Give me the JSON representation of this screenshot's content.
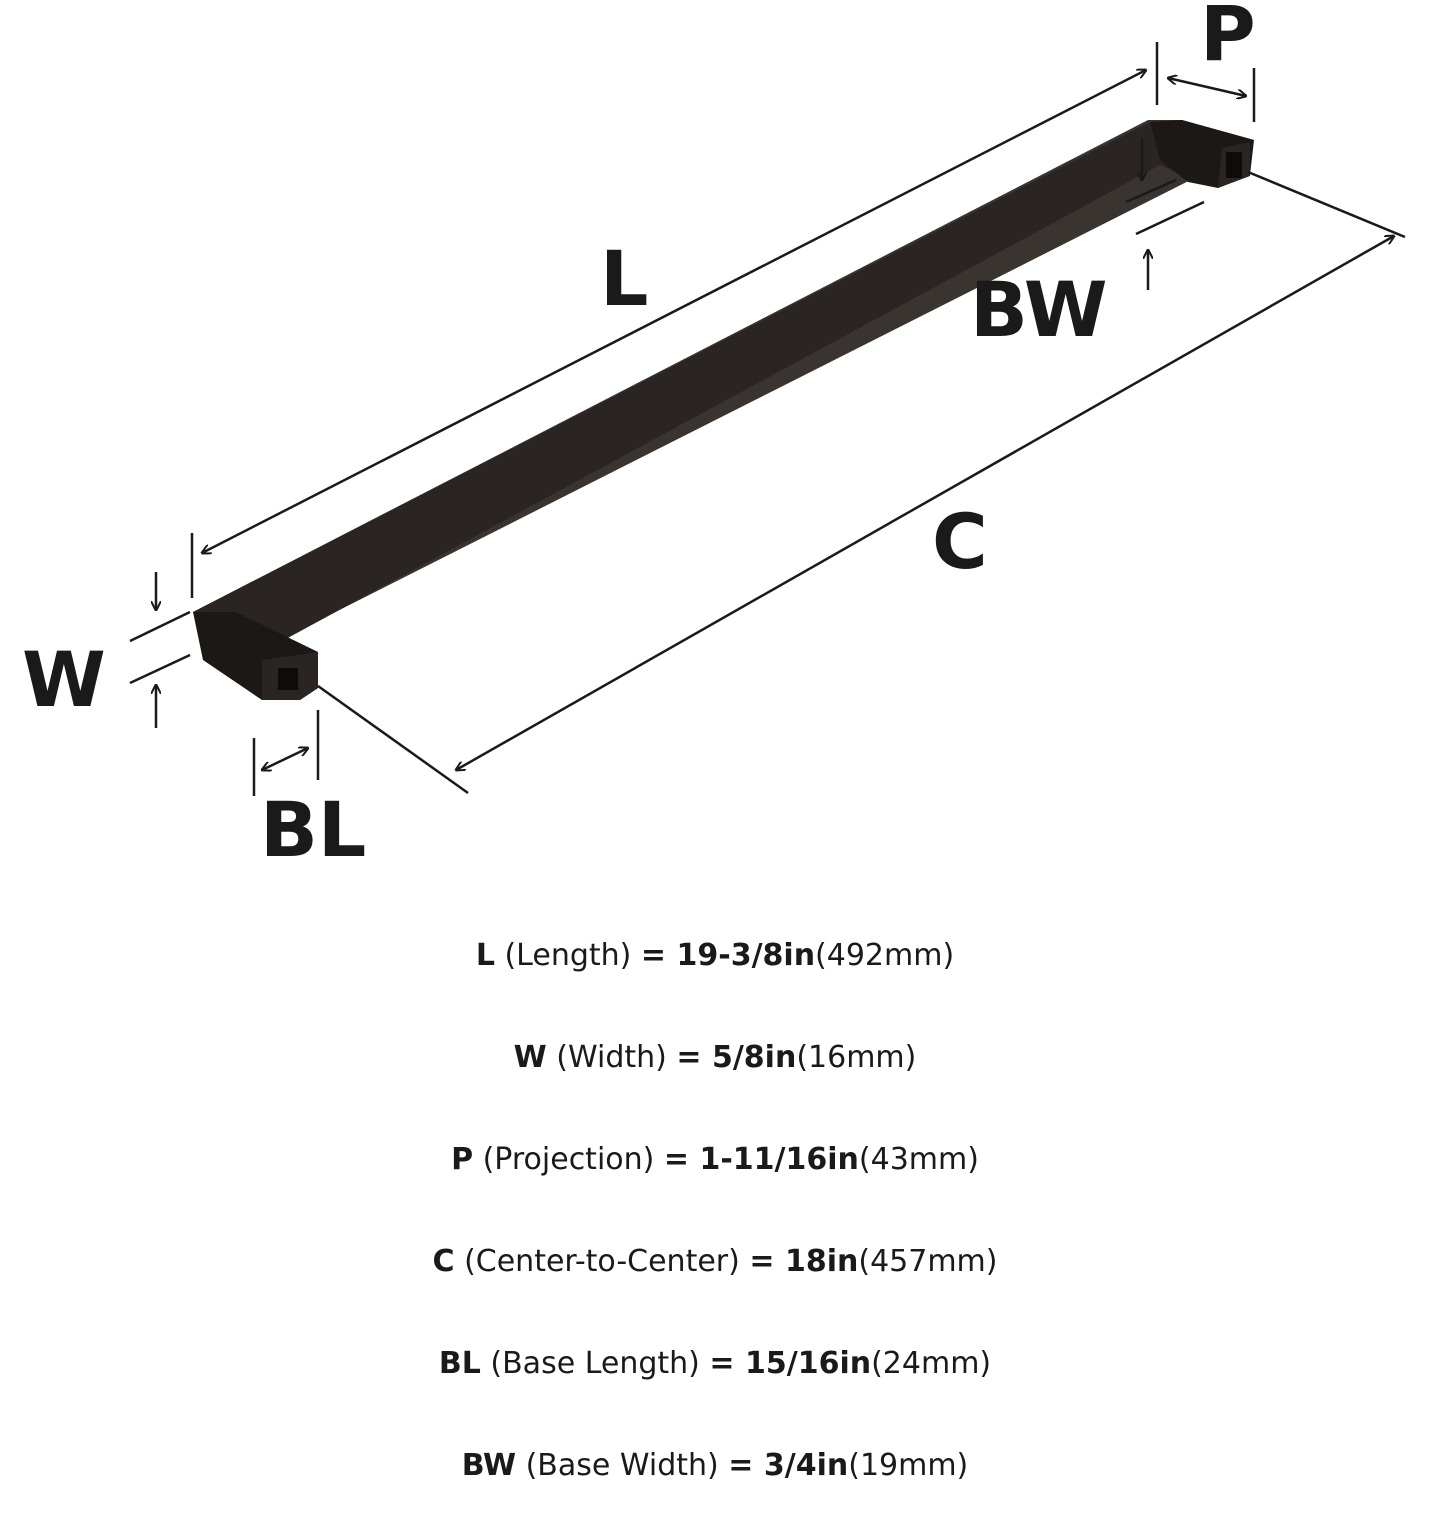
{
  "diagram": {
    "labels": {
      "L": "L",
      "W": "W",
      "P": "P",
      "C": "C",
      "BL": "BL",
      "BW": "BW"
    },
    "colors": {
      "handle": "#2a2522",
      "handle_top": "#3a3431",
      "handle_side": "#1c1816",
      "lines": "#1a1a1a"
    }
  },
  "specs": [
    {
      "key": "L",
      "desc": " (Length) ",
      "eq": "= ",
      "inches": "19-3/8in",
      "mm": "(492mm)"
    },
    {
      "key": "W",
      "desc": " (Width) ",
      "eq": "= ",
      "inches": "5/8in",
      "mm": "(16mm)"
    },
    {
      "key": "P",
      "desc": " (Projection) ",
      "eq": "= ",
      "inches": "1-11/16in",
      "mm": "(43mm)"
    },
    {
      "key": "C",
      "desc": " (Center-to-Center) ",
      "eq": "= ",
      "inches": "18in",
      "mm": "(457mm)"
    },
    {
      "key": "BL",
      "desc": " (Base Length) ",
      "eq": "= ",
      "inches": "15/16in",
      "mm": "(24mm)"
    },
    {
      "key": "BW",
      "desc": " (Base Width) ",
      "eq": "= ",
      "inches": "3/4in",
      "mm": "(19mm)"
    }
  ]
}
